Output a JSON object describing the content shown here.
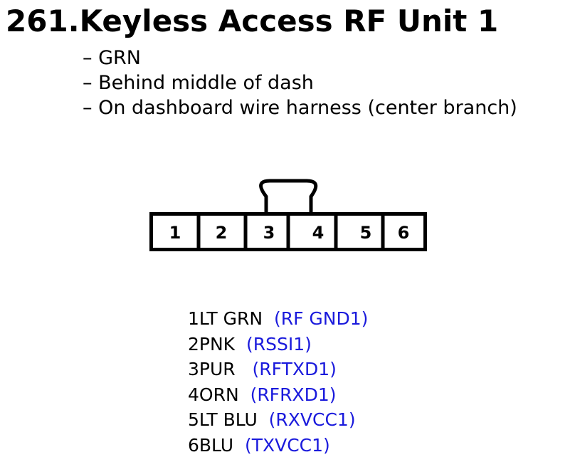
{
  "title": "261.Keyless Access RF Unit 1",
  "notes": [
    "– GRN",
    "– Behind middle of dash",
    "– On dashboard wire harness (center branch)"
  ],
  "connector": {
    "pins": [
      "1",
      "2",
      "3",
      "4",
      "5",
      "6"
    ]
  },
  "pinout": [
    {
      "pin": "1",
      "wire": "LT GRN",
      "signal": "(RF GND1)"
    },
    {
      "pin": "2",
      "wire": "PNK",
      "signal": "(RSSI1)"
    },
    {
      "pin": "3",
      "wire": "PUR",
      "signal": "(RFTXD1)"
    },
    {
      "pin": "4",
      "wire": "ORN",
      "signal": "(RFRXD1)"
    },
    {
      "pin": "5",
      "wire": "LT BLU",
      "signal": "(RXVCC1)"
    },
    {
      "pin": "6",
      "wire": "BLU",
      "signal": "(TXVCC1)"
    }
  ],
  "colors": {
    "signal": "#1a1adc",
    "text": "#000000"
  }
}
